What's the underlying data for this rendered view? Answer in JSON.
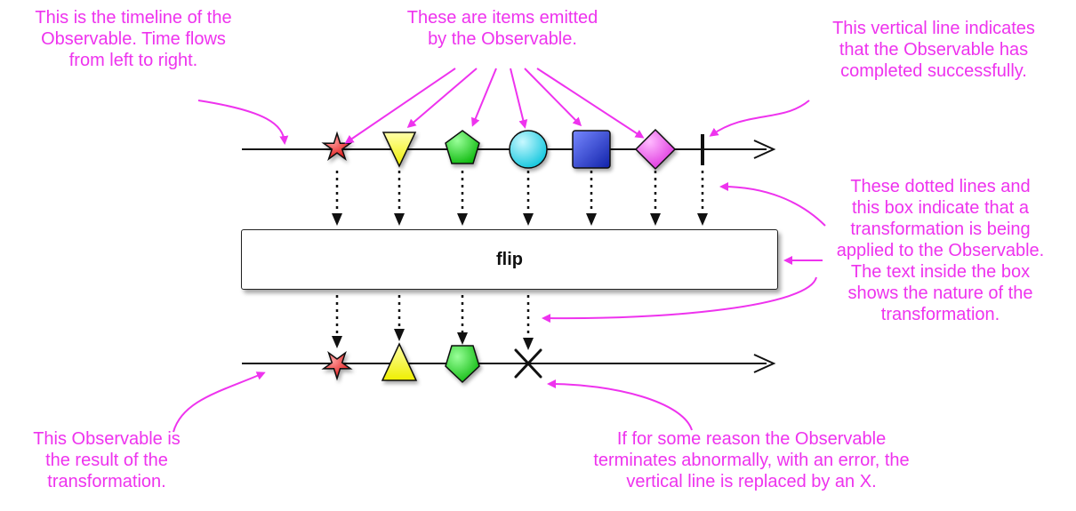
{
  "operator": {
    "label": "flip"
  },
  "colors": {
    "annotation": "#ee33ee",
    "line": "#111111",
    "red": "#ee2222",
    "yellow": "#ffff33",
    "green": "#22dd22",
    "cyan": "#33ddee",
    "blue": "#2233cc",
    "magenta": "#ee55ee"
  },
  "input_items": [
    {
      "shape": "star",
      "color": "red"
    },
    {
      "shape": "triangle-down",
      "color": "yellow"
    },
    {
      "shape": "pentagon",
      "color": "green"
    },
    {
      "shape": "circle",
      "color": "cyan"
    },
    {
      "shape": "square",
      "color": "blue"
    },
    {
      "shape": "diamond",
      "color": "magenta"
    }
  ],
  "input_end": "completion-line",
  "output_items": [
    {
      "shape": "star-flipped",
      "color": "red"
    },
    {
      "shape": "triangle-up",
      "color": "yellow"
    },
    {
      "shape": "pentagon-flipped",
      "color": "green"
    }
  ],
  "output_end": "error-x",
  "annotations": {
    "timeline": [
      "This is the timeline of the",
      "Observable. Time flows",
      "from left to right."
    ],
    "items": [
      "These are items emitted",
      "by the Observable."
    ],
    "completed": [
      "This vertical line indicates",
      "that the Observable has",
      "completed successfully."
    ],
    "transform": [
      "These dotted lines and",
      "this box indicate that a",
      "transformation is being",
      "applied to the Observable.",
      "The text inside the box",
      "shows the nature of the",
      "transformation."
    ],
    "result": [
      "This Observable is",
      "the result of the",
      "transformation."
    ],
    "error": [
      "If for some reason the Observable",
      "terminates abnormally, with an error, the",
      "vertical line is replaced by an X."
    ]
  }
}
